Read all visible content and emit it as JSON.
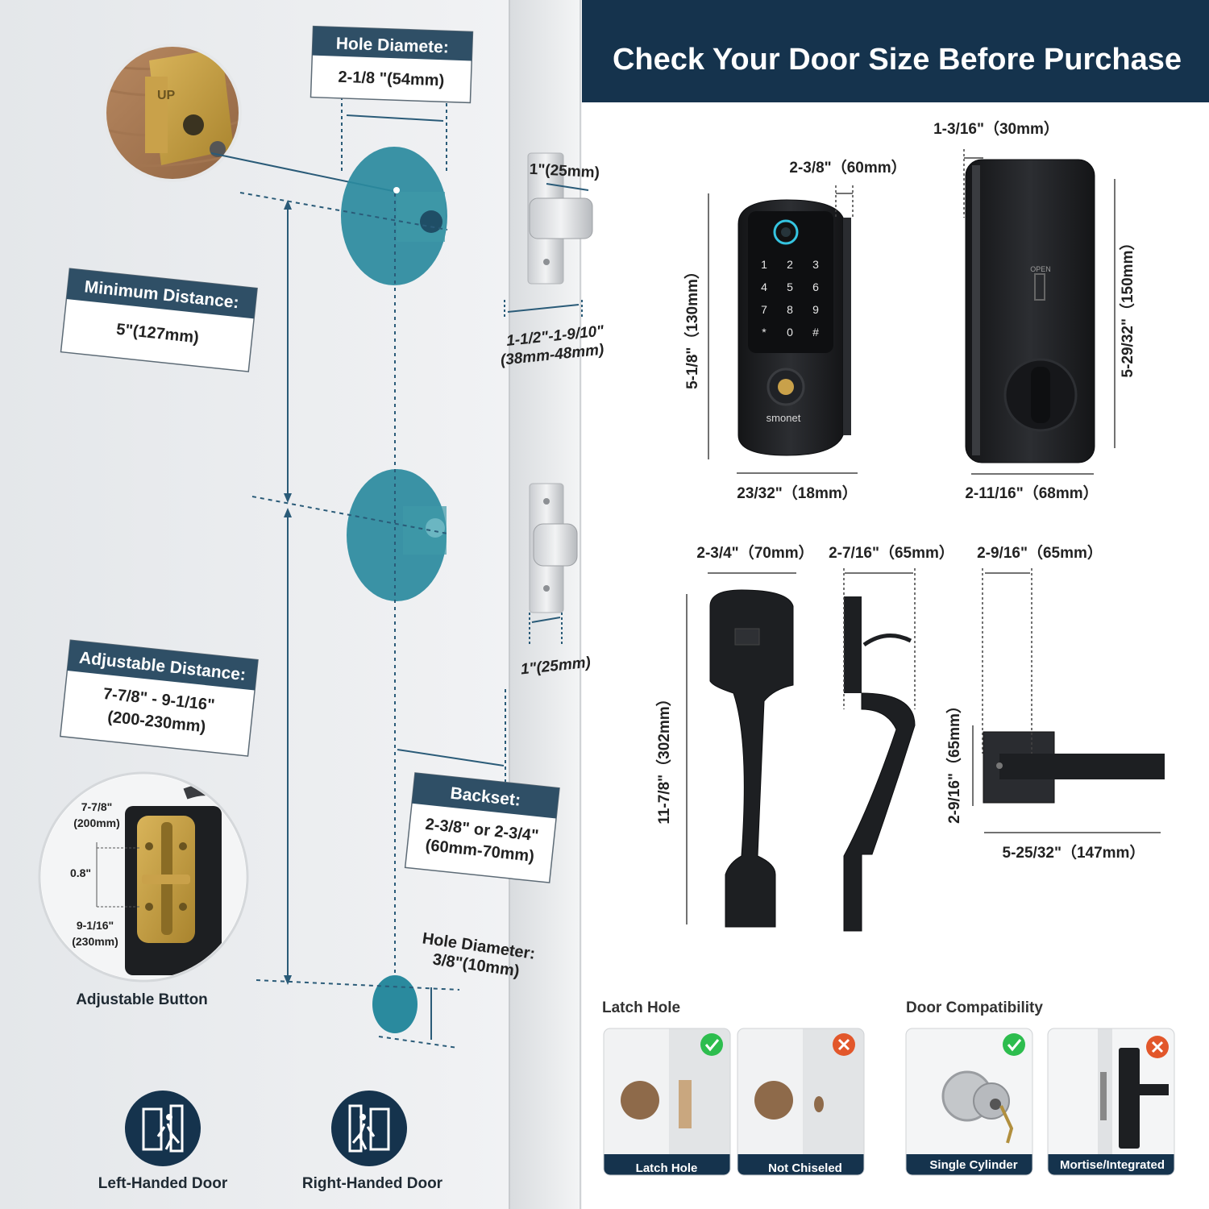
{
  "header": {
    "title": "Check Your Door Size Before Purchase",
    "bg_color": "#15334d"
  },
  "door_diagram": {
    "hole_diameter_top": {
      "title": "Hole Diamete:",
      "value": "2-1/8 \"(54mm)"
    },
    "minimum_distance": {
      "title": "Minimum Distance:",
      "value": "5\"(127mm)"
    },
    "adjustable_distance": {
      "title": "Adjustable Distance:",
      "value_line1": "7-7/8\" - 9-1/16\"",
      "value_line2": "(200-230mm)"
    },
    "backset": {
      "title": "Backset:",
      "value_line1": "2-3/8\" or 2-3/4\"",
      "value_line2": "(60mm-70mm)"
    },
    "hole_diameter_small": {
      "line1": "Hole Diameter:",
      "line2": "3/8\"(10mm)"
    },
    "bolt_width": "1\"(25mm)",
    "door_thickness": {
      "line1": "1-1/2\"-1-9/10\"",
      "line2": "(38mm-48mm)"
    },
    "latch_width": "1\"(25mm)",
    "latch_plate_mark": "UP"
  },
  "adjustable_button": {
    "caption": "Adjustable Button",
    "top_line1": "7-7/8\"",
    "top_line2": "(200mm)",
    "middle": "0.8\"",
    "bottom_line1": "9-1/16\"",
    "bottom_line2": "(230mm)"
  },
  "handedness": {
    "left": {
      "label": "Left-Handed Door",
      "icon": "left-handed-door-icon"
    },
    "right": {
      "label": "Right-Handed Door",
      "icon": "right-handed-door-icon"
    }
  },
  "keypad_lock": {
    "depth": "2-3/8\"（60mm）",
    "height": "5-1/8\"（130mm）",
    "width": "23/32\"（18mm）",
    "brand": "smonet",
    "keys": [
      "1",
      "2",
      "3",
      "4",
      "5",
      "6",
      "7",
      "8",
      "9",
      "*",
      "0",
      "#"
    ]
  },
  "interior_lock": {
    "depth": "1-3/16\"（30mm）",
    "height": "5-29/32\"（150mm）",
    "width": "2-11/16\"（68mm）",
    "open_mark": "OPEN"
  },
  "handle_front": {
    "width": "2-3/4\"（70mm）",
    "height": "11-7/8\"（302mm）"
  },
  "handle_side": {
    "depth": "2-7/16\"（65mm）"
  },
  "lever": {
    "depth": "2-9/16\"（65mm）",
    "height": "2-9/16\"（65mm）",
    "length": "5-25/32\"（147mm）"
  },
  "latch_hole": {
    "title": "Latch Hole",
    "cards": [
      {
        "caption": "Latch Hole",
        "status": "ok"
      },
      {
        "caption": "Not Chiseled",
        "status": "bad"
      }
    ]
  },
  "door_compatibility": {
    "title": "Door Compatibility",
    "cards": [
      {
        "caption": "Single Cylinder",
        "status": "ok"
      },
      {
        "caption": "Mortise/Integrated",
        "status": "bad"
      }
    ]
  },
  "colors": {
    "navy": "#15334d",
    "label_head": "#2f4f66",
    "teal": "#2a8a9e",
    "ok_green": "#2dbd4e",
    "bad_orange": "#e2572b",
    "lock_black": "#1d1f22"
  }
}
